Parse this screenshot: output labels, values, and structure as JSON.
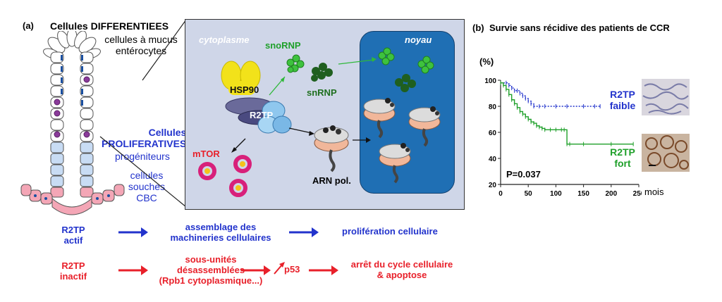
{
  "panel_a": {
    "label": "(a)",
    "differentiated_title": "Cellules DIFFERENTIEES",
    "mucus_cells": [
      "cellules à mucus",
      "entérocytes"
    ],
    "proliferative_title": [
      "Cellules",
      "PROLIFERATIVES"
    ],
    "progenitors": "progéniteurs",
    "stem_cells": [
      "cellules",
      "souches",
      "CBC"
    ],
    "cytoplasm": "cytoplasme",
    "nucleus": "noyau",
    "hsp90": "HSP90",
    "r2tp": "R2TP",
    "snornp": "snoRNP",
    "snrnp": "snRNP",
    "mtor": "mTOR",
    "rna_pol": "ARN pol."
  },
  "pathway": {
    "active_label": [
      "R2TP",
      "actif"
    ],
    "assembly": [
      "assemblage des",
      "machineries cellulaires"
    ],
    "proliferation": "prolifération cellulaire",
    "inactive_label": [
      "R2TP",
      "inactif"
    ],
    "disassembled": [
      "sous-unités",
      "désassemblées",
      "(Rpb1 cytoplasmique...)"
    ],
    "p53": "p53",
    "arrest": [
      "arrêt du cycle cellulaire",
      "& apoptose"
    ]
  },
  "panel_b": {
    "label": "(b)",
    "title": "Survie sans récidive des patients de CCR",
    "ylabel": "(%)",
    "xlabel": "mois",
    "pvalue": "P=0.037",
    "low_label": [
      "R2TP",
      "faible"
    ],
    "high_label": [
      "R2TP",
      "fort"
    ]
  },
  "chart_data": {
    "type": "line",
    "title": "Survie sans récidive des patients de CCR",
    "xlabel": "mois",
    "ylabel": "(%)",
    "xlim": [
      0,
      250
    ],
    "ylim": [
      20,
      100
    ],
    "xticks": [
      "0",
      "50",
      "100",
      "150",
      "200",
      "250"
    ],
    "yticks": [
      "20",
      "40",
      "60",
      "80",
      "100"
    ],
    "series": [
      {
        "name": "R2TP faible",
        "color": "#2233cc",
        "style": "dotted",
        "x": [
          0,
          10,
          15,
          20,
          25,
          30,
          35,
          40,
          45,
          50,
          55,
          60,
          70,
          80,
          100,
          120,
          150,
          170,
          180
        ],
        "y": [
          98,
          98,
          96,
          94,
          92,
          92,
          90,
          88,
          86,
          84,
          82,
          80,
          80,
          80,
          80,
          80,
          80,
          80,
          80
        ]
      },
      {
        "name": "R2TP fort",
        "color": "#1fa02a",
        "style": "solid",
        "x": [
          0,
          5,
          10,
          15,
          20,
          25,
          30,
          35,
          40,
          45,
          50,
          55,
          60,
          65,
          70,
          75,
          80,
          90,
          100,
          110,
          115,
          120,
          125,
          150,
          200,
          240
        ],
        "y": [
          98,
          96,
          93,
          89,
          85,
          82,
          79,
          76,
          74,
          72,
          70,
          68,
          67,
          65,
          64,
          63,
          62,
          62,
          62,
          62,
          62,
          51,
          51,
          51,
          51,
          51
        ]
      }
    ]
  },
  "colors": {
    "blue": "#2233cc",
    "red": "#e8202a",
    "green": "#1fa02a",
    "nucleus": "#1f6fb4",
    "cytoplasm": "#cfd6e8",
    "hsp90": "#f2e21a"
  }
}
